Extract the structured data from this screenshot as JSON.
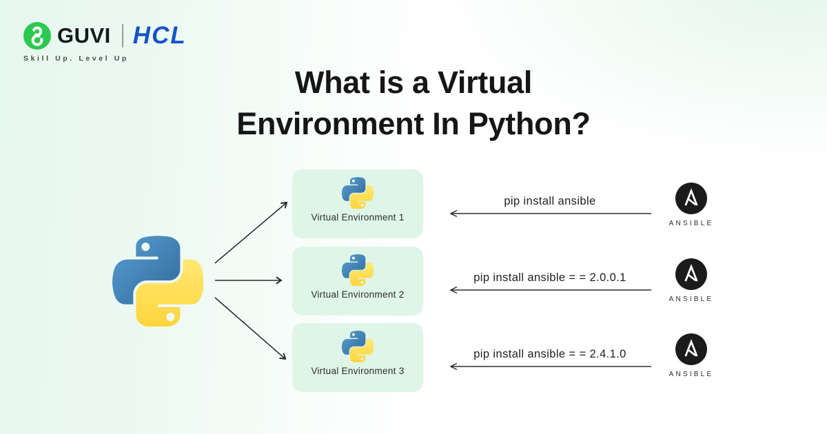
{
  "brand": {
    "guvi_label": "GUVI",
    "hcl_label": "HCL",
    "tagline": "Skill Up. Level Up"
  },
  "title": {
    "line1": "What is a Virtual",
    "line2": "Environment In Python?"
  },
  "diagram": {
    "source_icon": "python-logo",
    "environments": [
      {
        "label": "Virtual Environment 1",
        "command": "pip install ansible",
        "target_label": "ANSIBLE"
      },
      {
        "label": "Virtual Environment 2",
        "command": "pip install ansible = = 2.0.0.1",
        "target_label": "ANSIBLE"
      },
      {
        "label": "Virtual Environment 3",
        "command": "pip install ansible = = 2.4.1.0",
        "target_label": "ANSIBLE"
      }
    ]
  },
  "colors": {
    "background_mint": "#e6f7ee",
    "guvi_green": "#2cc84f",
    "hcl_blue": "#1553c8",
    "env_box_green": "#dff5e8",
    "ansible_black": "#1b1b1b",
    "python_blue": "#3776ab",
    "python_yellow": "#ffd43b",
    "arrow_dark": "#242424"
  }
}
